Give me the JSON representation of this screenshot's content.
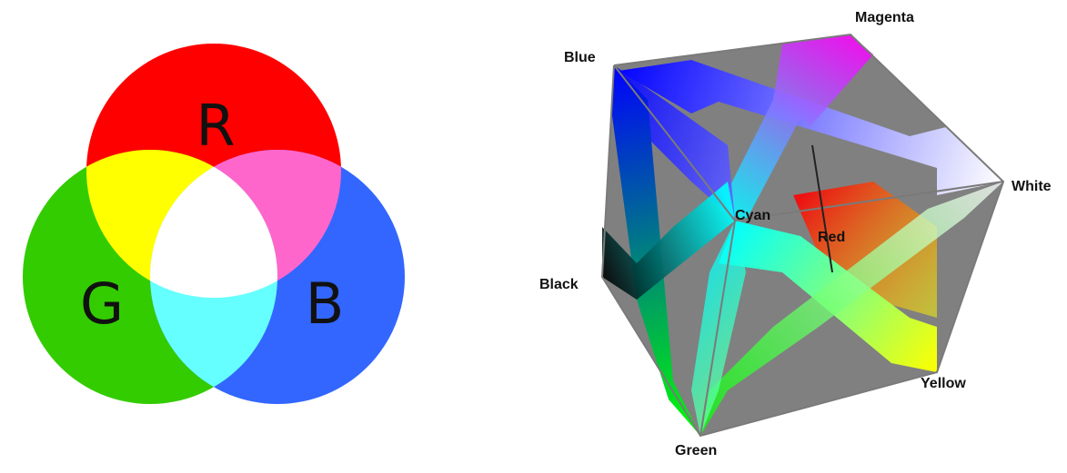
{
  "venn": {
    "red_letter": "R",
    "green_letter": "G",
    "blue_letter": "B",
    "colors": {
      "red": "#ff0000",
      "green": "#33cc00",
      "blue": "#3366ff",
      "yellow": "#ffff00",
      "magenta": "#ff66cc",
      "cyan": "#66ffff",
      "white": "#ffffff"
    }
  },
  "cube": {
    "labels": {
      "magenta": "Magenta",
      "blue": "Blue",
      "white": "White",
      "cyan": "Cyan",
      "red": "Red",
      "black": "Black",
      "yellow": "Yellow",
      "green": "Green"
    },
    "colors": {
      "black": "#000000",
      "blue": "#0000ff",
      "magenta": "#ff00ff",
      "white": "#ffffff",
      "cyan": "#00ffff",
      "green": "#00ff00",
      "yellow": "#ffff00",
      "red": "#ff0000",
      "gray": "#808080",
      "edge": "#7a7a7a"
    }
  }
}
